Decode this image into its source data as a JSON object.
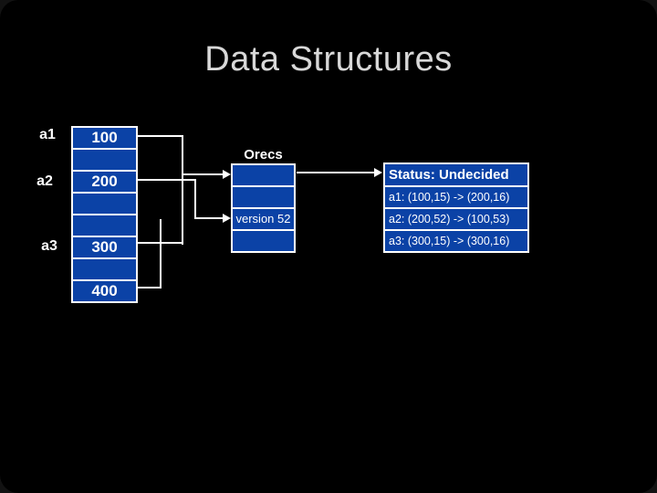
{
  "slide": {
    "title": "Data Structures"
  },
  "colors": {
    "background": "#000000",
    "cell_blue": "#0b42a6",
    "border_white": "#ffffff",
    "title_gray": "#d8d8d8"
  },
  "memory": {
    "labels": [
      "a1",
      "a2",
      "a3"
    ],
    "cells": [
      "100",
      "",
      "200",
      "",
      "",
      "300",
      "",
      "400"
    ]
  },
  "orecs": {
    "title": "Orecs",
    "cells": [
      "",
      "",
      "version 52",
      ""
    ]
  },
  "status": {
    "header": "Status: Undecided",
    "entries": [
      "a1: (100,15) -> (200,16)",
      "a2: (200,52) -> (100,53)",
      "a3: (300,15) -> (300,16)"
    ]
  }
}
